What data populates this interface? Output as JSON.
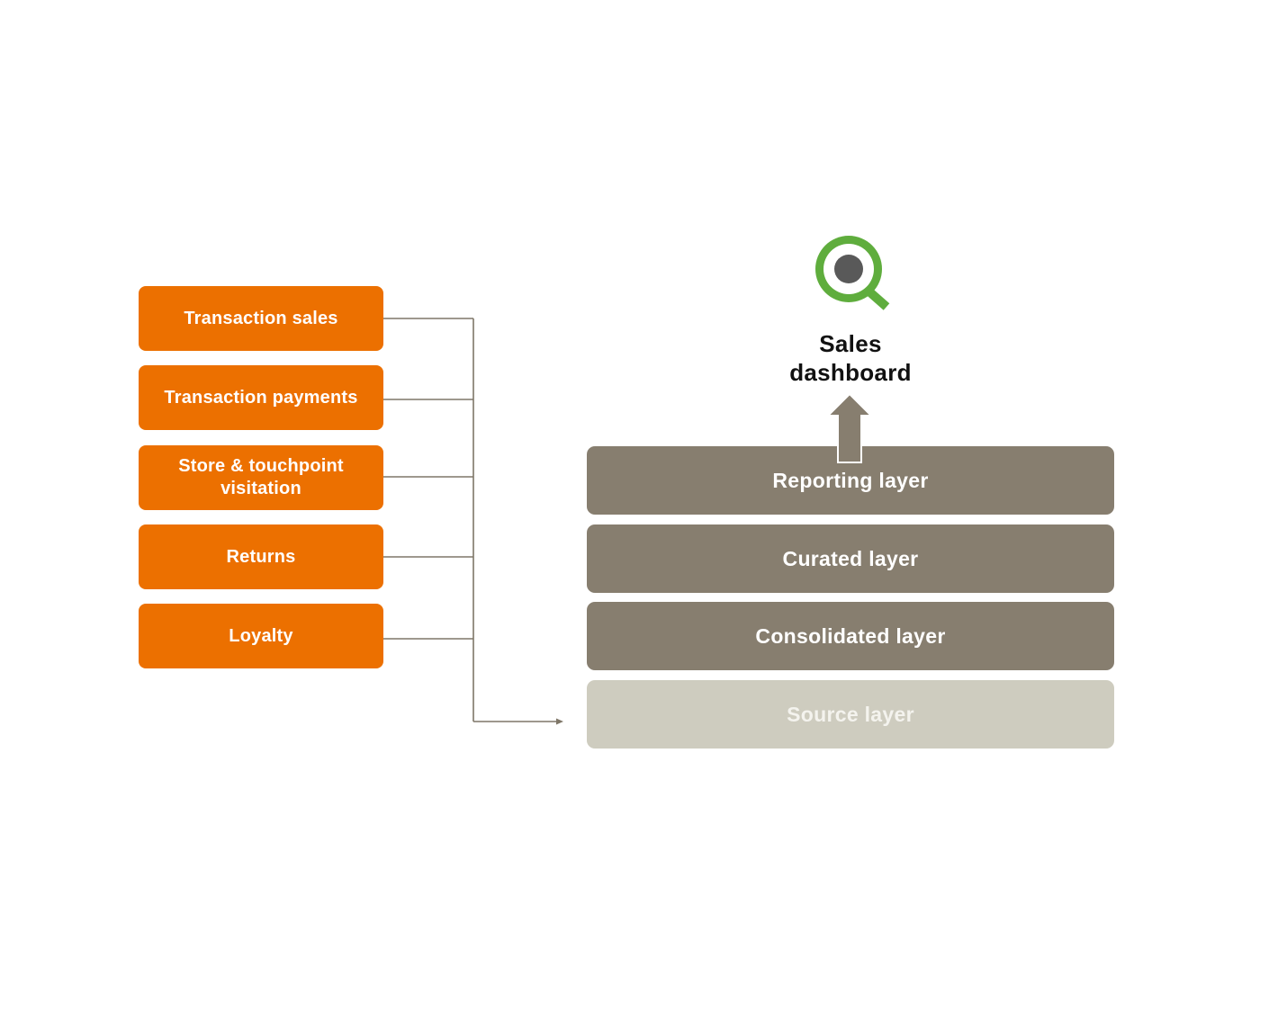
{
  "sources": [
    {
      "label": "Transaction sales"
    },
    {
      "label": "Transaction payments"
    },
    {
      "label": "Store & touchpoint visitation"
    },
    {
      "label": "Returns"
    },
    {
      "label": "Loyalty"
    }
  ],
  "layers": [
    {
      "label": "Reporting layer"
    },
    {
      "label": "Curated layer"
    },
    {
      "label": "Consolidated layer"
    },
    {
      "label": "Source layer"
    }
  ],
  "dashboard": {
    "title_line1": "Sales",
    "title_line2": "dashboard",
    "icon": "qlik-logo-icon"
  },
  "colors": {
    "source_box": "#ec7000",
    "layer_dark": "#877e6f",
    "layer_light": "#ceccbf",
    "logo_green": "#5fad3d",
    "logo_dot": "#595959",
    "connector": "#7f7768"
  }
}
